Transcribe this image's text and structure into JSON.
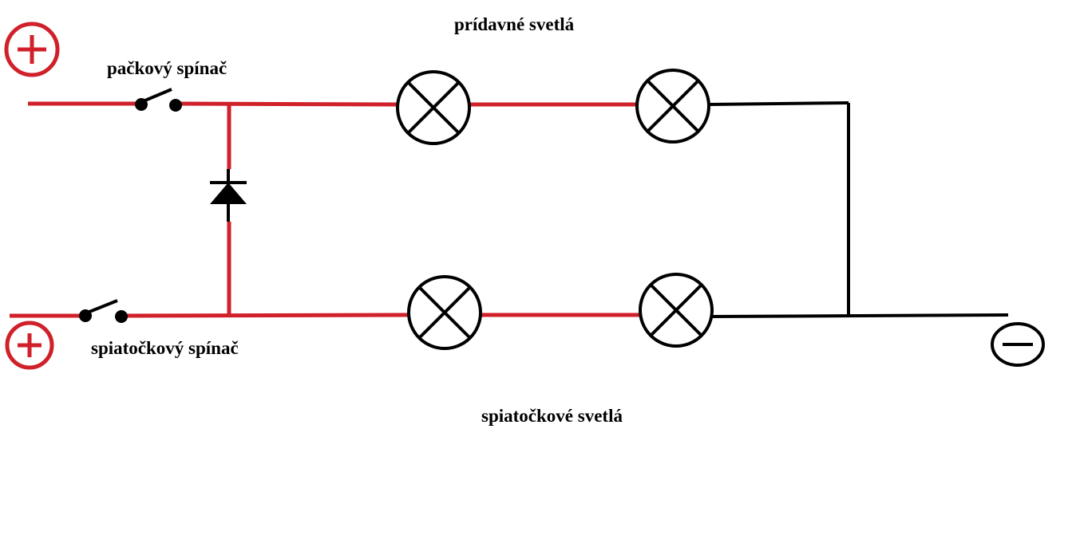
{
  "labels": {
    "top_lights": "prídavné svetlá",
    "lever_switch": "pačkový spínač",
    "reverse_switch": "spiatočkový spínač",
    "reverse_lights": "spiatočkové svetlá"
  },
  "terminals": {
    "positive_top": "+",
    "positive_bottom": "+",
    "negative": "−"
  },
  "colors": {
    "positive_wire": "#d0202a",
    "negative_wire": "#000000",
    "background": "#ffffff"
  }
}
